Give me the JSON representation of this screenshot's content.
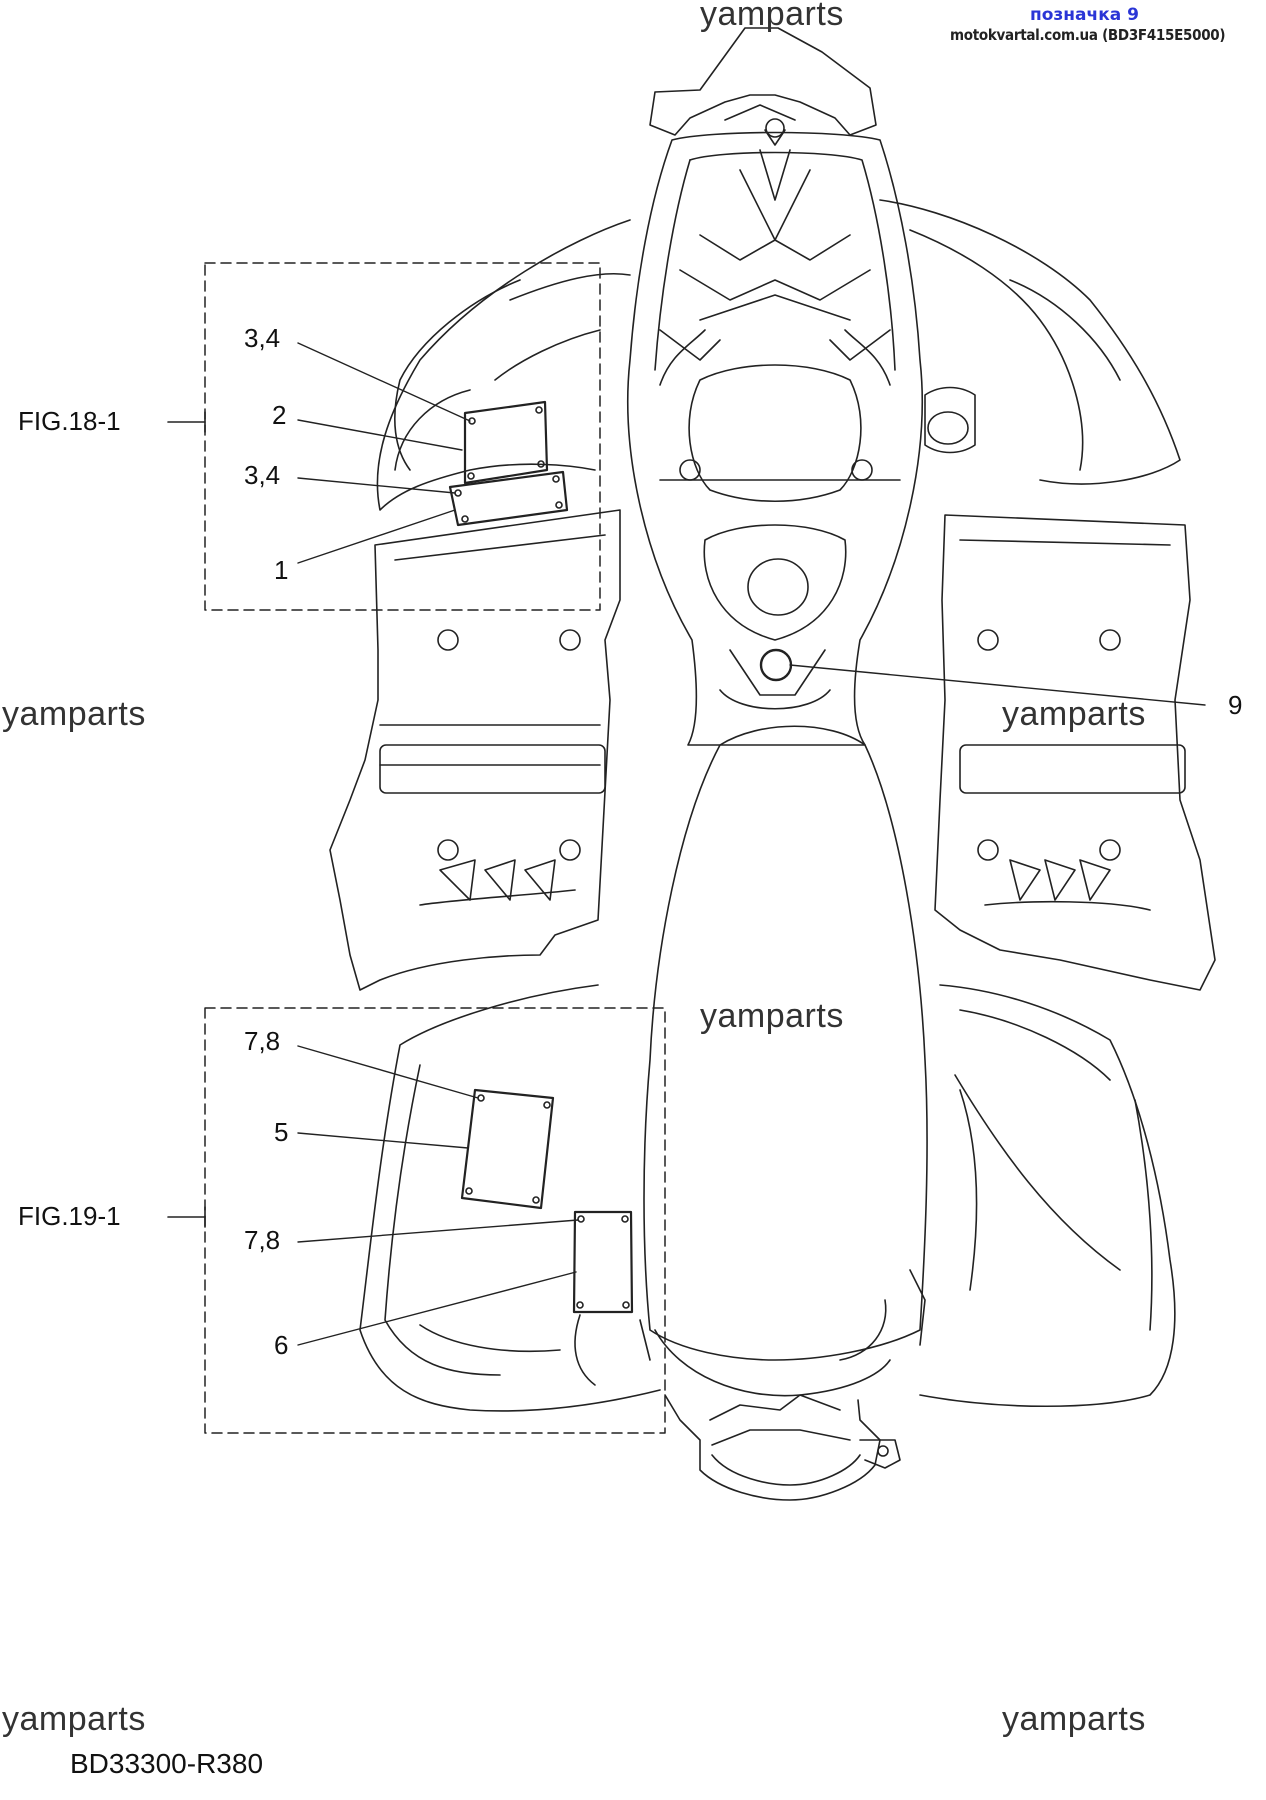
{
  "header": {
    "link_text": "позначка 9",
    "source_text": "motokvartal.com.ua (BD3F415E5000)"
  },
  "watermarks": [
    "yamparts",
    "yamparts",
    "yamparts",
    "yamparts",
    "yamparts",
    "yamparts"
  ],
  "figures": {
    "fig18": "FIG.18-1",
    "fig19": "FIG.19-1"
  },
  "callouts": {
    "c34a": "3,4",
    "c2": "2",
    "c34b": "3,4",
    "c1": "1",
    "c9": "9",
    "c78a": "7,8",
    "c5": "5",
    "c78b": "7,8",
    "c6": "6"
  },
  "drawing_code": "BD33300-R380"
}
